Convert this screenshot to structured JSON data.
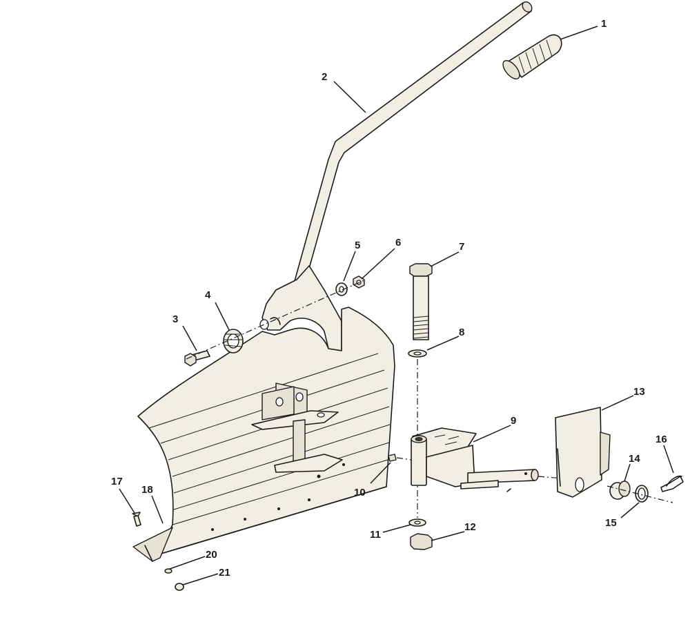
{
  "callouts": [
    "1",
    "2",
    "3",
    "4",
    "5",
    "6",
    "7",
    "8",
    "9",
    "10",
    "11",
    "12",
    "13",
    "14",
    "15",
    "16",
    "17",
    "18",
    "20",
    "21"
  ]
}
